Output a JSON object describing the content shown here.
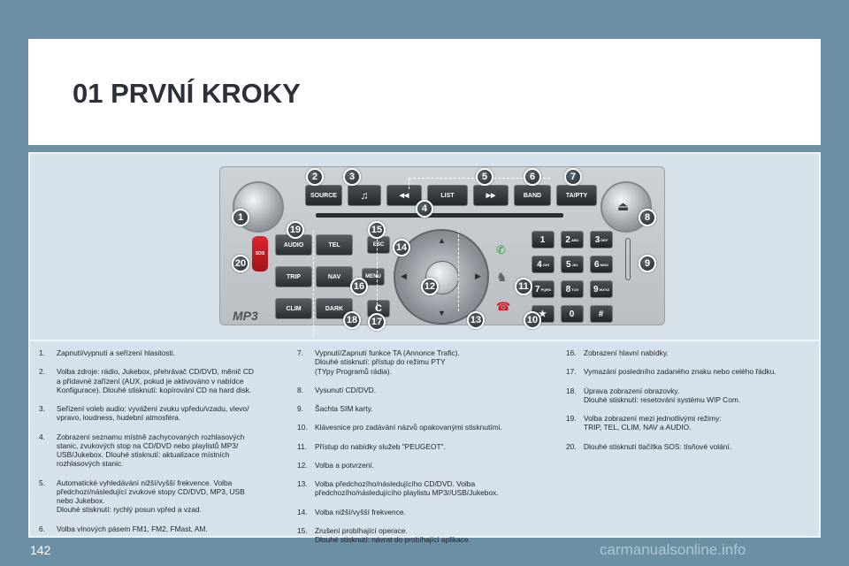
{
  "page": {
    "title": "01  PRVNÍ KROKY",
    "page_number": "142",
    "watermark": "carmanualsonline.info"
  },
  "radio": {
    "top_buttons": [
      "SOURCE",
      "♫",
      "◀◀",
      "LIST",
      "▶▶",
      "BAND",
      "TA/PTY"
    ],
    "left_buttons": [
      "AUDIO",
      "TEL",
      "TRIP",
      "NAV",
      "CLIM",
      "DARK"
    ],
    "pad_side": [
      "ESC",
      "MENU",
      "C"
    ],
    "sos": "SOS",
    "mp3": "MP3",
    "keys": [
      {
        "d": "1",
        "l": ""
      },
      {
        "d": "2",
        "l": "ABC"
      },
      {
        "d": "3",
        "l": "DEF"
      },
      {
        "d": "4",
        "l": "GHI"
      },
      {
        "d": "5",
        "l": "JKL"
      },
      {
        "d": "6",
        "l": "MNO"
      },
      {
        "d": "7",
        "l": "PQRS"
      },
      {
        "d": "8",
        "l": "TUV"
      },
      {
        "d": "9",
        "l": "WXYZ"
      },
      {
        "d": "★",
        "l": ""
      },
      {
        "d": "0",
        "l": ""
      },
      {
        "d": "#",
        "l": ""
      }
    ],
    "badges": [
      "1",
      "2",
      "3",
      "4",
      "5",
      "6",
      "7",
      "8",
      "9",
      "10",
      "11",
      "12",
      "13",
      "14",
      "15",
      "16",
      "17",
      "18",
      "19",
      "20"
    ]
  },
  "items_col1": [
    {
      "n": "1.",
      "t": "Zapnutí/vypnutí a seřízení hlasitosti."
    },
    {
      "n": "2.",
      "t": "Volba zdroje: rádio, Jukebox, přehrávač CD/DVD, měnič CD\na přídavné zařízení (AUX, pokud je aktivováno v nabídce\nKonfigurace). Dlouhé stisknutí: kopírování CD na hard disk."
    },
    {
      "n": "3.",
      "t": "Seřízení voleb audio: vyvážení zvuku vpředu/vzadu, vlevo/\nvpravo, loudness, hudební atmosféra."
    },
    {
      "n": "4.",
      "t": "Zobrazení seznamu místně zachycovaných rozhlasových\nstanic, zvukových stop na CD/DVD nebo playlistů MP3/\nUSB/Jukebox. Dlouhé stisknutí: aktualizace místních\nrozhlasových stanic."
    },
    {
      "n": "5.",
      "t": "Automatické vyhledávání nižší/vyšší frekvence. Volba\npředchozí/následující zvukové stopy CD/DVD, MP3, USB\nnebo Jukebox.\nDlouhé stisknutí: rychlý posun vpřed a vzad."
    },
    {
      "n": "6.",
      "t": "Volba vlnových pásem FM1, FM2, FMast, AM."
    }
  ],
  "items_col2": [
    {
      "n": "7.",
      "t": "Vypnutí/Zapnutí funkce TA (Annonce Trafic).\nDlouhé stisknutí: přístup do režimu PTY\n(TYpy Programů rádia)."
    },
    {
      "n": "8.",
      "t": "Vysunutí CD/DVD."
    },
    {
      "n": "9.",
      "t": "Šachta SIM karty."
    },
    {
      "n": "10.",
      "t": "Klávesnice pro zadávání názvů opakovanými stisknutími."
    },
    {
      "n": "11.",
      "t": "Přístup do nabídky služeb \"PEUGEOT\"."
    },
    {
      "n": "12.",
      "t": "Volba a potvrzení."
    },
    {
      "n": "13.",
      "t": "Volba předchozího/následujícího CD/DVD. Volba\npředchozího/následujícího playlistu MP3//USB/Jukebox."
    },
    {
      "n": "14.",
      "t": "Volba nižší/vyšší frekvence."
    },
    {
      "n": "15.",
      "t": "Zrušení probíhající operace.\nDlouhé stisknutí: návrat do probíhající aplikace."
    }
  ],
  "items_col3": [
    {
      "n": "16.",
      "t": "Zobrazení hlavní nabídky."
    },
    {
      "n": "17.",
      "t": "Vymazání posledního zadaného znaku nebo celého řádku."
    },
    {
      "n": "18.",
      "t": "Úprava zobrazení obrazovky.\nDlouhé stisknutí: resetování systému WIP Com."
    },
    {
      "n": "19.",
      "t": "Volba zobrazení mezi jednotlivými režimy:\nTRIP, TEL, CLIM, NAV a AUDIO."
    },
    {
      "n": "20.",
      "t": "Dlouhé stisknutí tlačítka SOS: tísňové volání."
    }
  ]
}
